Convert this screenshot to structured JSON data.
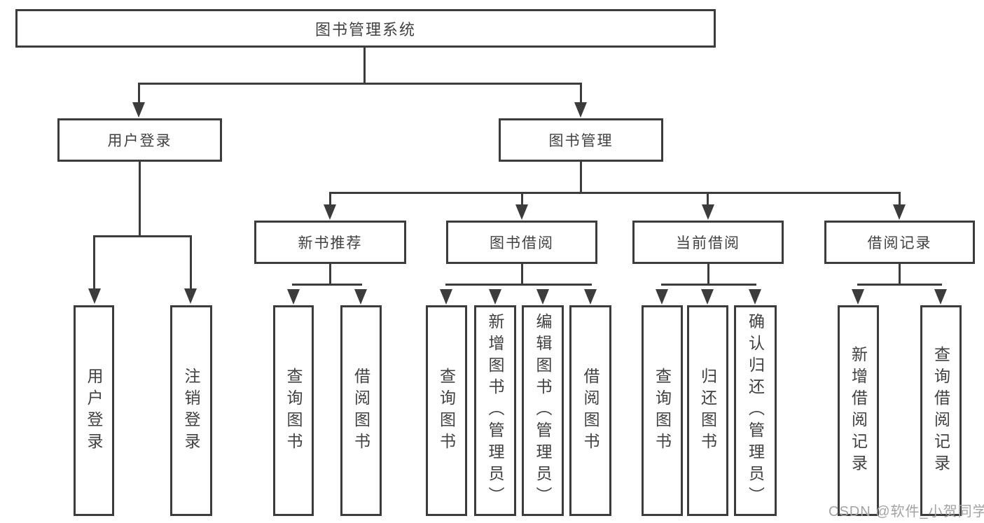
{
  "tree": {
    "label": "图书管理系统",
    "children": [
      {
        "label": "用户登录",
        "children": [
          {
            "label": "用户登录"
          },
          {
            "label": "注销登录"
          }
        ]
      },
      {
        "label": "图书管理",
        "children": [
          {
            "label": "新书推荐",
            "children": [
              {
                "label": "查询图书"
              },
              {
                "label": "借阅图书"
              }
            ]
          },
          {
            "label": "图书借阅",
            "children": [
              {
                "label": "查询图书"
              },
              {
                "label": "新增图书（管理员）"
              },
              {
                "label": "编辑图书（管理员）"
              },
              {
                "label": "借阅图书"
              }
            ]
          },
          {
            "label": "当前借阅",
            "children": [
              {
                "label": "查询图书"
              },
              {
                "label": "归还图书"
              },
              {
                "label": "确认归还（管理员）"
              }
            ]
          },
          {
            "label": "借阅记录",
            "children": [
              {
                "label": "新增借阅记录"
              },
              {
                "label": "查询借阅记录"
              }
            ]
          }
        ]
      }
    ]
  },
  "watermark": {
    "text": "CSDN @软件_小贺同学"
  },
  "colors": {
    "line": "#3c3c3c",
    "text": "#414141",
    "watermark": "#a3a3a3",
    "background": "#ffffff"
  }
}
